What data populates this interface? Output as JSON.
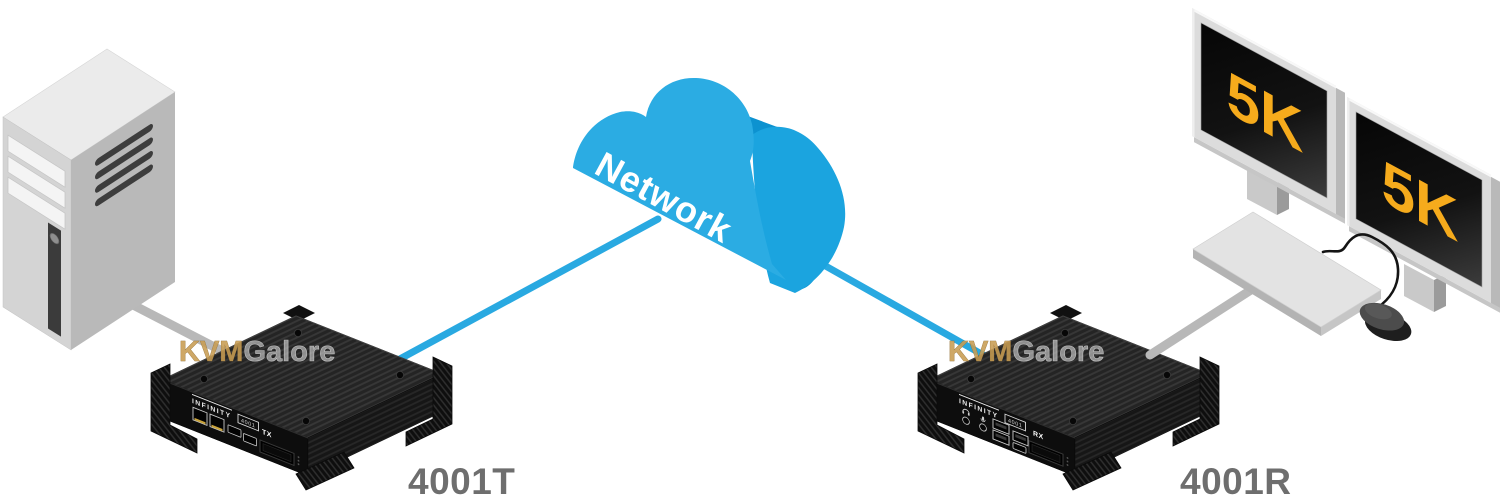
{
  "diagram": {
    "background_color": "#ffffff",
    "cloud": {
      "label": "Network",
      "text_color": "#ffffff",
      "front_color": "#2BACE3",
      "lobe_color": "#1BA4DF",
      "crevice_color": "#0D92D0"
    },
    "connections": {
      "network_link_color": "#29A9E1",
      "cable_color": "#b8b8b8"
    },
    "transmitter": {
      "label": "4001T",
      "panel_brand": "INFINITY",
      "panel_model": "4001",
      "panel_port_label": "TX"
    },
    "receiver": {
      "label": "4001R",
      "panel_brand": "INFINITY",
      "panel_model": "4001",
      "panel_port_label": "RX"
    },
    "displays": {
      "badge": "5K",
      "badge_color": "#F6AB1C",
      "count": 2
    },
    "watermark": {
      "prefix": "KVM",
      "suffix": "Galore",
      "prefix_color": "#C79C52"
    },
    "device_label_color": "#6e6e6e"
  }
}
